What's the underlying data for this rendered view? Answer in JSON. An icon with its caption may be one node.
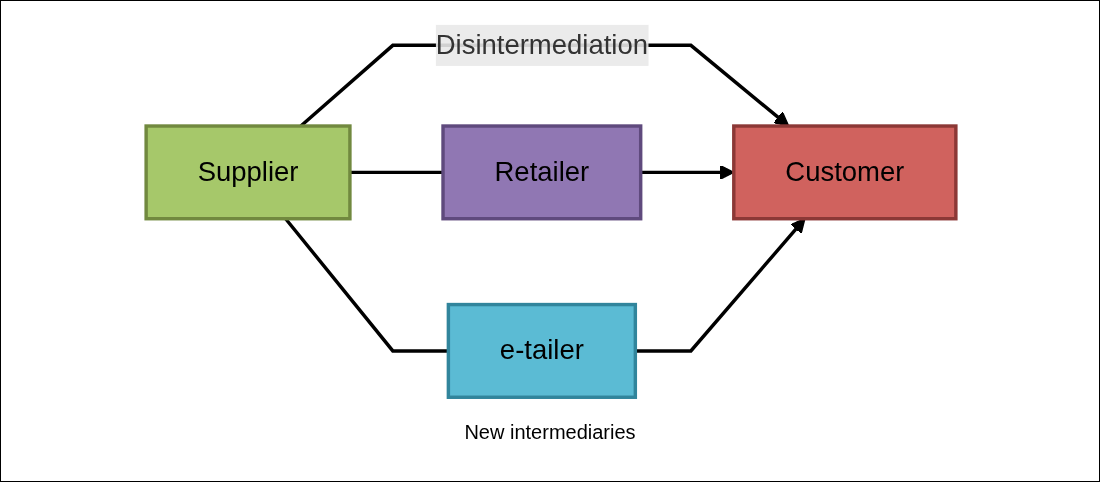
{
  "diagram": {
    "nodes": [
      {
        "text": [
          "Supplier"
        ]
      },
      {
        "text": [
          "Retailer"
        ]
      },
      {
        "text": [
          "Customer"
        ]
      },
      {
        "text": [
          "e-tailer"
        ]
      }
    ],
    "edges": [
      {
        "from": 0,
        "to": 2,
        "arrow": "to",
        "label": "Disintermediation"
      },
      {
        "from": 0,
        "to": 1,
        "arrow": "none"
      },
      {
        "from": 1,
        "to": 2,
        "arrow": "to"
      },
      {
        "from": 0,
        "to": 3,
        "arrow": "none"
      },
      {
        "from": 3,
        "to": 2,
        "arrow": "to"
      }
    ],
    "labels": [
      "New intermediaries"
    ]
  }
}
